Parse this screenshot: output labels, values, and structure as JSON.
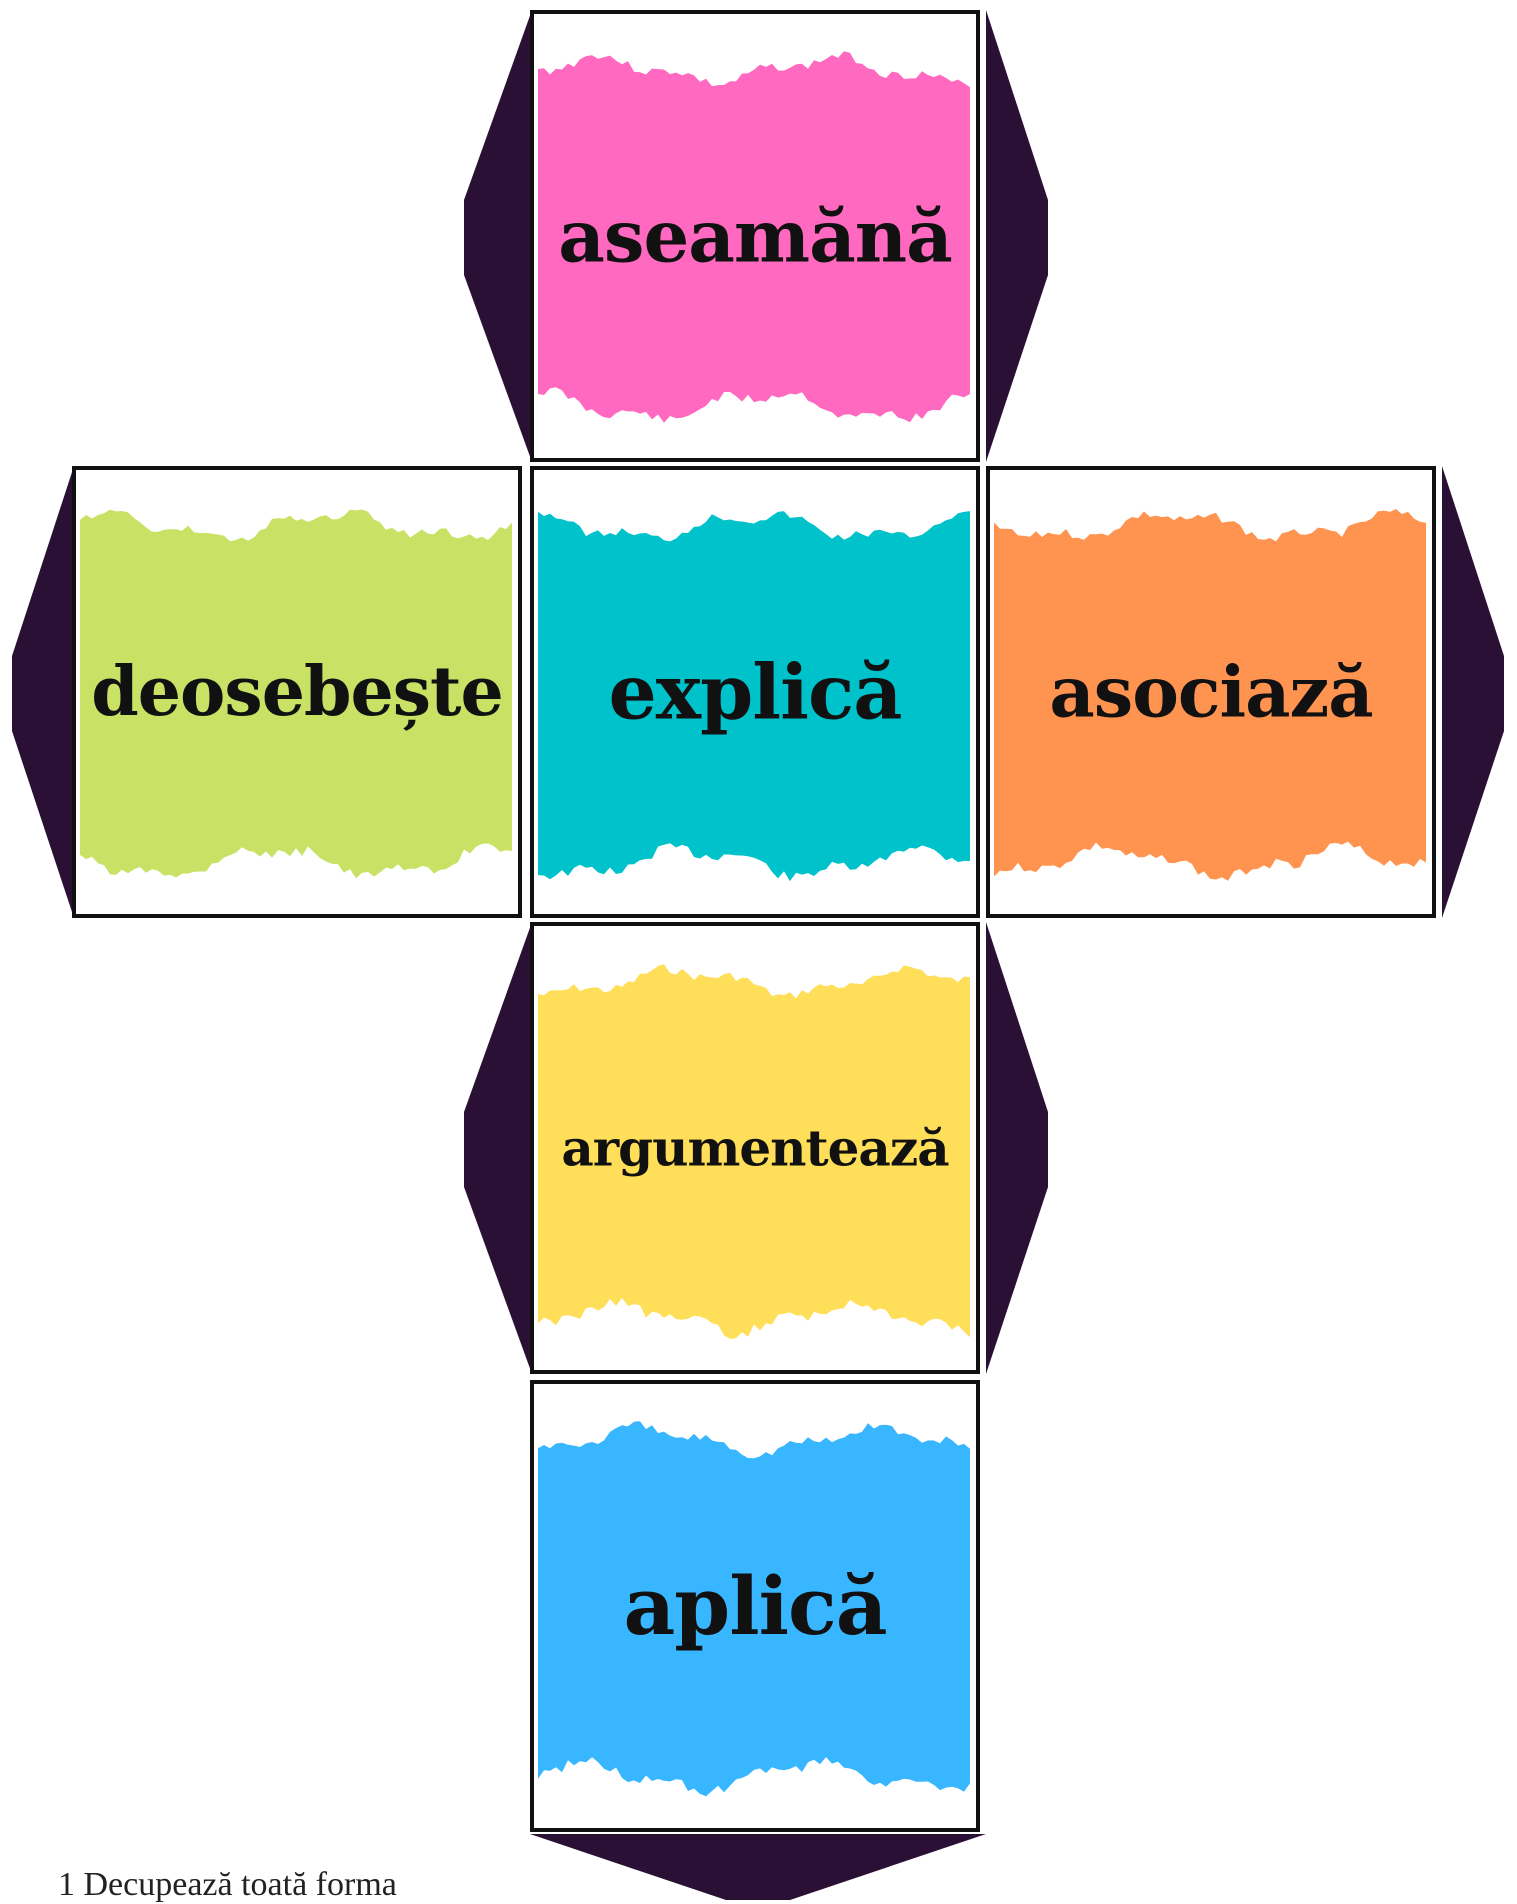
{
  "colors": {
    "tab": "#2a1034",
    "border": "#111111",
    "pink": "#ff69c0",
    "green": "#c9e265",
    "teal": "#00c2cb",
    "orange": "#ff9450",
    "yellow": "#ffde59",
    "blue": "#38b6ff"
  },
  "faces": {
    "top": {
      "word": "aseamănă",
      "color": "pink"
    },
    "left": {
      "word": "deosebește",
      "color": "green"
    },
    "center": {
      "word": "explică",
      "color": "teal"
    },
    "right": {
      "word": "asociază",
      "color": "orange"
    },
    "lower": {
      "word": "argumentează",
      "color": "yellow"
    },
    "bottom": {
      "word": "aplică",
      "color": "blue"
    }
  },
  "instructions": "1 Decupează toată forma"
}
